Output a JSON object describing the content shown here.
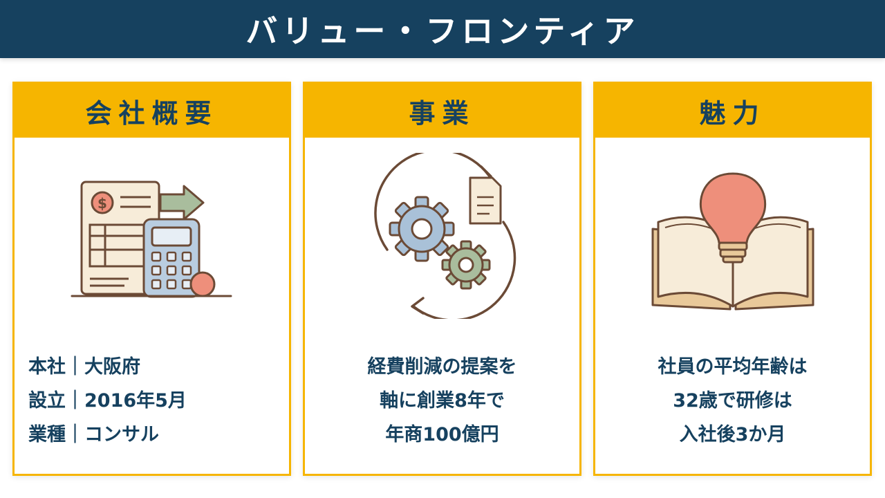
{
  "header": {
    "title": "バリュー・フロンティア"
  },
  "cards": [
    {
      "title": "会社概要",
      "illustration": "finance-document-calculator-icon",
      "lines": [
        "本社｜大阪府",
        "設立｜2016年5月",
        "業種｜コンサル"
      ]
    },
    {
      "title": "事業",
      "illustration": "gears-cycle-document-icon",
      "lines": [
        "経費削減の提案を",
        "軸に創業8年で",
        "年商100億円"
      ]
    },
    {
      "title": "魅力",
      "illustration": "open-book-lightbulb-icon",
      "lines": [
        "社員の平均年齢は",
        "32歳で研修は",
        "入社後3か月"
      ]
    }
  ],
  "colors": {
    "header_bg": "#16415f",
    "accent": "#f6b500",
    "text": "#16415f"
  }
}
